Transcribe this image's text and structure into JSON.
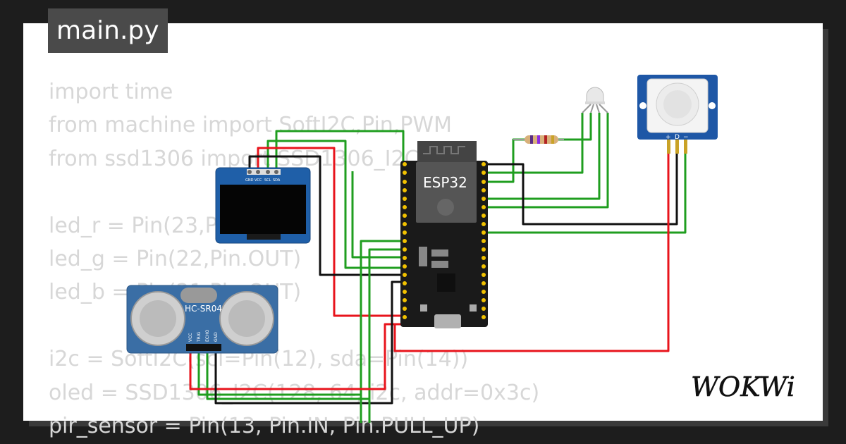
{
  "tab": {
    "title": "main.py"
  },
  "code_lines": [
    "import time",
    "from machine import SoftI2C,Pin,PWM",
    "from ssd1306 import SSD1306_I2C",
    "",
    "led_r = Pin(23,Pin.OUT)",
    "led_g = Pin(22,Pin.OUT)",
    "led_b = Pin(21,Pin.OUT)",
    "",
    "i2c = SoftI2C(scl=Pin(12), sda=Pin(14))",
    "oled = SSD1306_I2C(128, 64, i2c, addr=0x3c)",
    "pir_sensor = Pin(13, Pin.IN, Pin.PULL_UP)"
  ],
  "components": {
    "esp32": {
      "label": "ESP32"
    },
    "oled": {
      "pins": [
        "GND",
        "VCC",
        "SCL",
        "SDA"
      ]
    },
    "ultrasonic": {
      "label": "HC-SR04",
      "pins": [
        "VCC",
        "TRIG",
        "ECHO",
        "GND"
      ]
    },
    "pir": {
      "pins": [
        "+",
        "D",
        "−"
      ]
    }
  },
  "brand": {
    "logo_text": "WOKWi"
  },
  "colors": {
    "background": "#1d1d1d",
    "canvas": "#ffffff",
    "wire_green": "#1f9e1f",
    "wire_red": "#e8141c",
    "wire_black": "#111111",
    "oled_board": "#1f5fa8",
    "sensor_board": "#3a6ea5",
    "pir_board": "#1e57a6"
  }
}
